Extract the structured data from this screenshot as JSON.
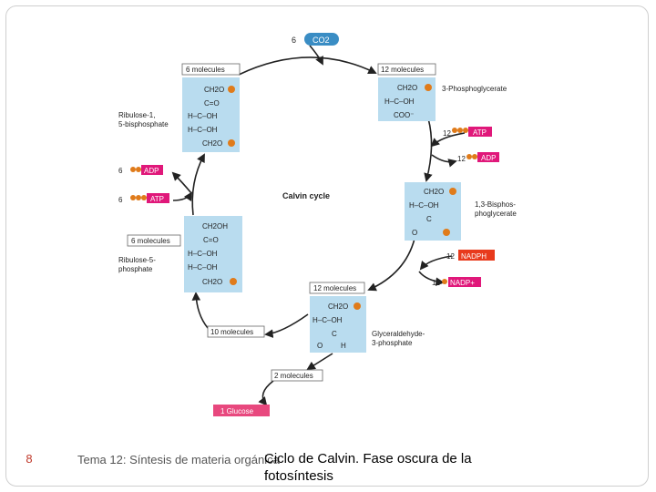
{
  "slide": {
    "number": "8",
    "course": "Tema 12: Síntesis de materia orgánica",
    "title": "Ciclo de Calvin. Fase oscura de la fotosíntesis"
  },
  "diagram": {
    "center_label": "Calvin cycle",
    "co2": {
      "count": "6",
      "label": "CO2"
    },
    "atp_in": {
      "count": "12",
      "label": "ATP"
    },
    "adp_out": {
      "count": "12",
      "label": "ADP"
    },
    "nadph_in": {
      "count": "12",
      "label": "NADPH"
    },
    "nadp_out": {
      "count": "12",
      "label": "NADP+"
    },
    "adp_left": {
      "count": "6",
      "label": "ADP"
    },
    "atp_left": {
      "count": "6",
      "label": "ATP"
    },
    "boxes": {
      "rubp_count": "6 molecules",
      "pga_count": "12 molecules",
      "ru5p_count": "6 molecules",
      "g3p_count": "12 molecules",
      "ten_count": "10 molecules",
      "two_count": "2 molecules",
      "glucose": "1 Glucose"
    },
    "names": {
      "rubp_1": "Ribulose-1,",
      "rubp_2": "5-bisphosphate",
      "pga": "3-Phosphoglycerate",
      "bpg_1": "1,3-Bisphos-",
      "bpg_2": "phoglycerate",
      "ru5p_1": "Ribulose-5-",
      "ru5p_2": "phosphate",
      "g3p_1": "Glyceraldehyde-",
      "g3p_2": "3-phosphate"
    },
    "formulas": {
      "rubp": [
        "CH2O",
        "C=O",
        "H–C–OH",
        "H–C–OH",
        "CH2O"
      ],
      "pga": [
        "CH2O",
        "H–C–OH",
        "COO⁻"
      ],
      "bpg": [
        "CH2O",
        "H–C–OH",
        "C",
        "O"
      ],
      "ru5p": [
        "CH2OH",
        "C=O",
        "H–C–OH",
        "H–C–OH",
        "CH2O"
      ],
      "g3p": [
        "CH2O",
        "H–C–OH",
        "C",
        "O",
        "H"
      ]
    },
    "colors": {
      "molecule_box": "#b9dcef",
      "label_box_border": "#666666",
      "arrow": "#222222",
      "phosphate": "#e07b1a",
      "co2": "#3a8dc4",
      "atp": "#e0187a",
      "nadph": "#e83a1c",
      "glucose": "#e8487e"
    }
  }
}
